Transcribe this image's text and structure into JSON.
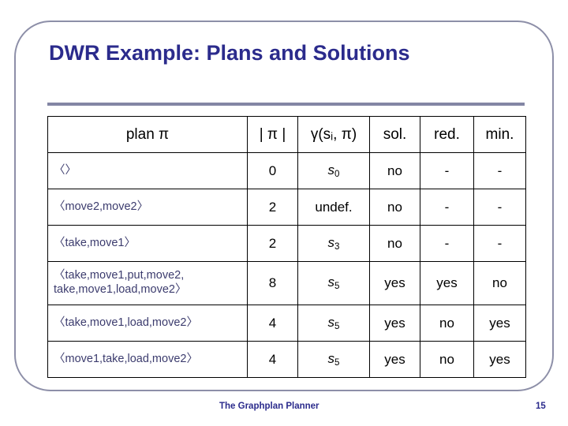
{
  "slide": {
    "title": "DWR Example: Plans and Solutions",
    "footer_text": "The Graphplan Planner",
    "page_number": "15",
    "accent_color": "#2b2b8c",
    "rule_color": "#8386a4",
    "frame_color": "#8d8fa8",
    "plan_text_color": "#3c3c6e"
  },
  "table": {
    "headers": {
      "plan": "plan π",
      "length": "| π |",
      "gamma": "γ(sᵢ, π)",
      "sol": "sol.",
      "red": "red.",
      "min": "min."
    },
    "rows": [
      {
        "plan_lines": [
          "〈〉"
        ],
        "length": "0",
        "gamma_base": "s",
        "gamma_sub": "0",
        "gamma_plain": "",
        "sol": "no",
        "red": "-",
        "min": "-"
      },
      {
        "plan_lines": [
          "〈move2,move2〉"
        ],
        "length": "2",
        "gamma_base": "",
        "gamma_sub": "",
        "gamma_plain": "undef.",
        "sol": "no",
        "red": "-",
        "min": "-"
      },
      {
        "plan_lines": [
          "〈take,move1〉"
        ],
        "length": "2",
        "gamma_base": "s",
        "gamma_sub": "3",
        "gamma_plain": "",
        "sol": "no",
        "red": "-",
        "min": "-"
      },
      {
        "plan_lines": [
          "〈take,move1,put,move2,",
          "take,move1,load,move2〉"
        ],
        "length": "8",
        "gamma_base": "s",
        "gamma_sub": "5",
        "gamma_plain": "",
        "sol": "yes",
        "red": "yes",
        "min": "no"
      },
      {
        "plan_lines": [
          "〈take,move1,load,move2〉"
        ],
        "length": "4",
        "gamma_base": "s",
        "gamma_sub": "5",
        "gamma_plain": "",
        "sol": "yes",
        "red": "no",
        "min": "yes"
      },
      {
        "plan_lines": [
          "〈move1,take,load,move2〉"
        ],
        "length": "4",
        "gamma_base": "s",
        "gamma_sub": "5",
        "gamma_plain": "",
        "sol": "yes",
        "red": "no",
        "min": "yes"
      }
    ]
  }
}
